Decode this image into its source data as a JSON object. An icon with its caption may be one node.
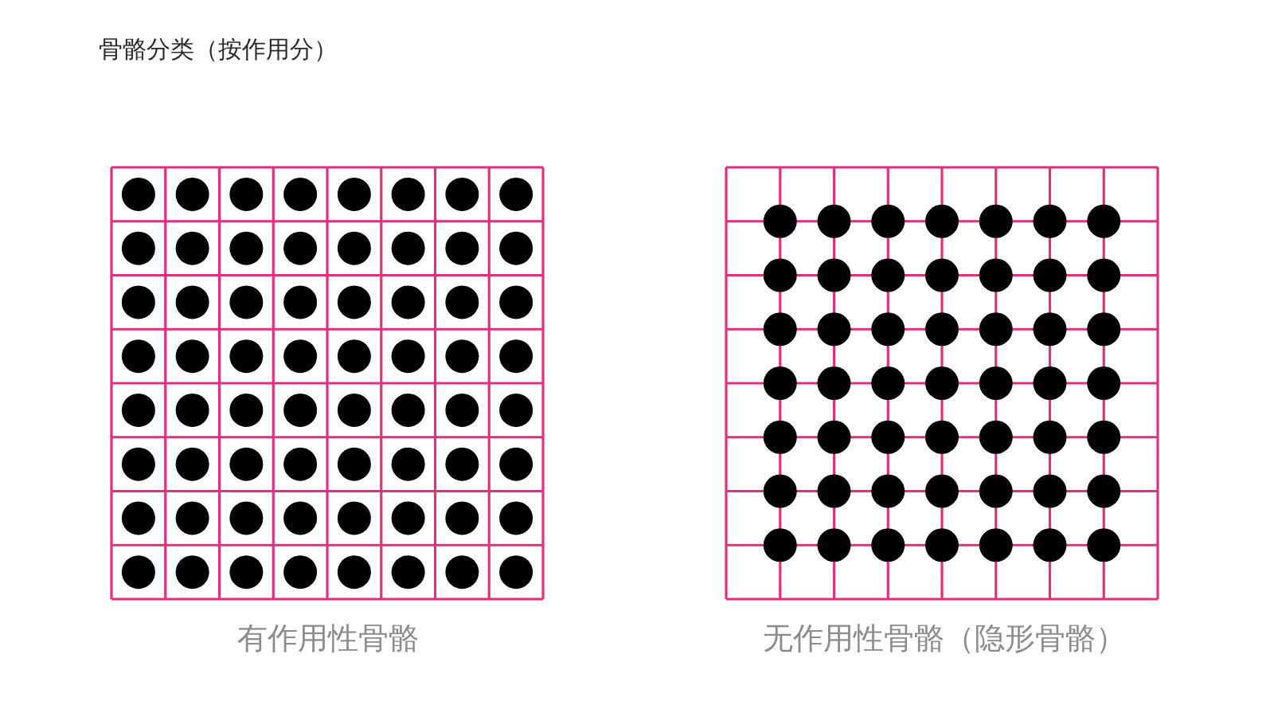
{
  "diagram": {
    "title": "骨骼分类（按作用分）",
    "labels": [
      "有作用性骨骼",
      "无作用性骨骼（隐形骨骼）"
    ]
  }
}
